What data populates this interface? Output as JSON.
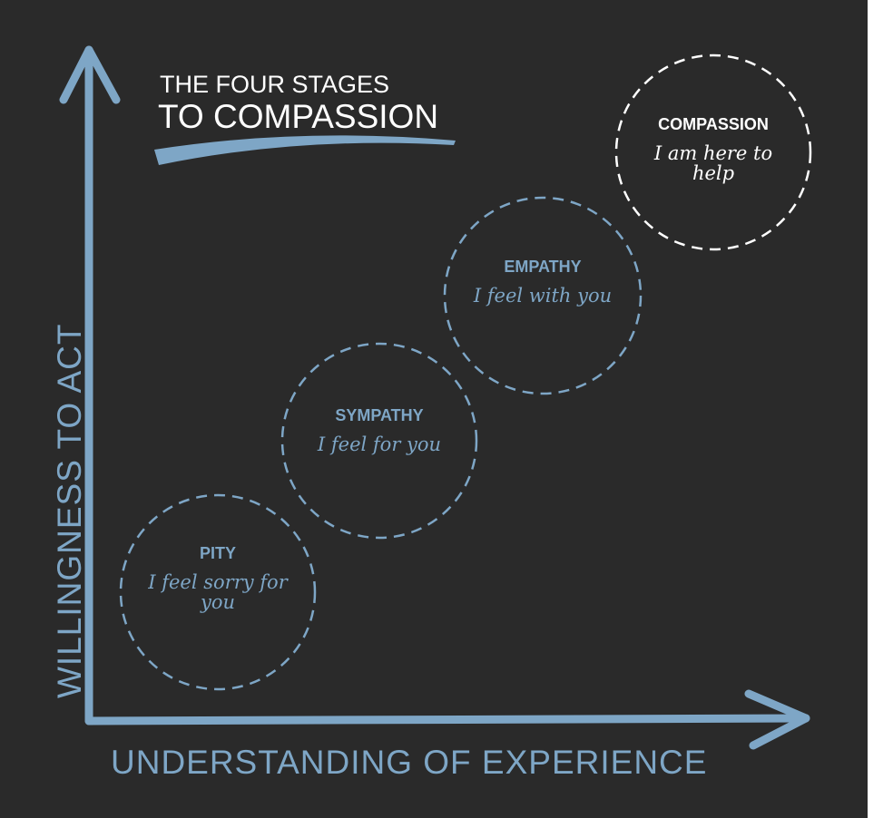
{
  "title": {
    "line1": "THE FOUR STAGES",
    "line2": "TO COMPASSION"
  },
  "axes": {
    "x_label": "UNDERSTANDING OF EXPERIENCE",
    "y_label": "WILLINGNESS TO ACT"
  },
  "stages": [
    {
      "name": "PITY",
      "text": "I feel sorry for you"
    },
    {
      "name": "SYMPATHY",
      "text": "I feel for you"
    },
    {
      "name": "EMPATHY",
      "text": "I feel with you"
    },
    {
      "name": "COMPASSION",
      "text": "I am here to help"
    }
  ],
  "colors": {
    "background": "#2a2a2a",
    "accent": "#7ea6c6",
    "highlight": "#ffffff"
  }
}
